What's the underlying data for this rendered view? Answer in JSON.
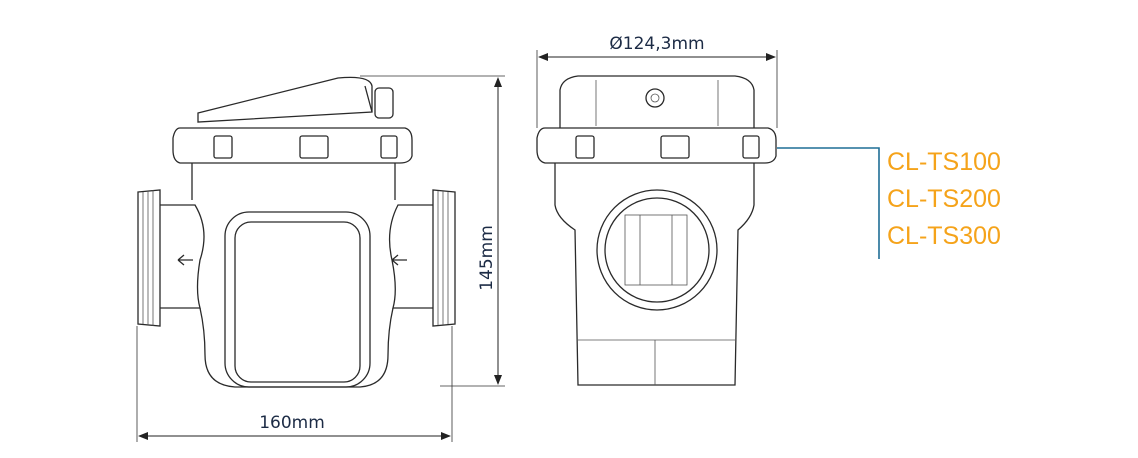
{
  "dimensions": {
    "height": "145mm",
    "width": "160mm",
    "diameter": "Ø124,3mm"
  },
  "models": [
    "CL-TS100",
    "CL-TS200",
    "CL-TS300"
  ],
  "colors": {
    "model_text": "#f5a31a",
    "leader_line": "#1f6e96",
    "dimension_text": "#1c2b45"
  }
}
